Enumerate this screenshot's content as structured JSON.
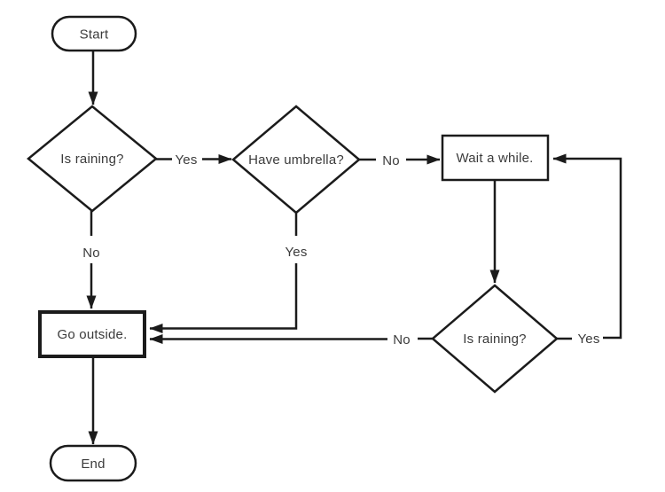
{
  "flowchart": {
    "nodes": {
      "start": {
        "label": "Start",
        "type": "terminal"
      },
      "is_raining_first": {
        "label": "Is raining?",
        "type": "decision"
      },
      "have_umbrella": {
        "label": "Have umbrella?",
        "type": "decision"
      },
      "wait_a_while": {
        "label": "Wait a while.",
        "type": "process"
      },
      "is_raining_second": {
        "label": "Is raining?",
        "type": "decision"
      },
      "go_outside": {
        "label": "Go outside.",
        "type": "process"
      },
      "end": {
        "label": "End",
        "type": "terminal"
      }
    },
    "edge_labels": {
      "is_raining_first_yes": "Yes",
      "is_raining_first_no": "No",
      "have_umbrella_no": "No",
      "have_umbrella_yes": "Yes",
      "is_raining_second_no": "No",
      "is_raining_second_yes": "Yes"
    },
    "colors": {
      "stroke": "#1b1b1b",
      "text": "#3b3b3b",
      "background": "#ffffff"
    }
  }
}
